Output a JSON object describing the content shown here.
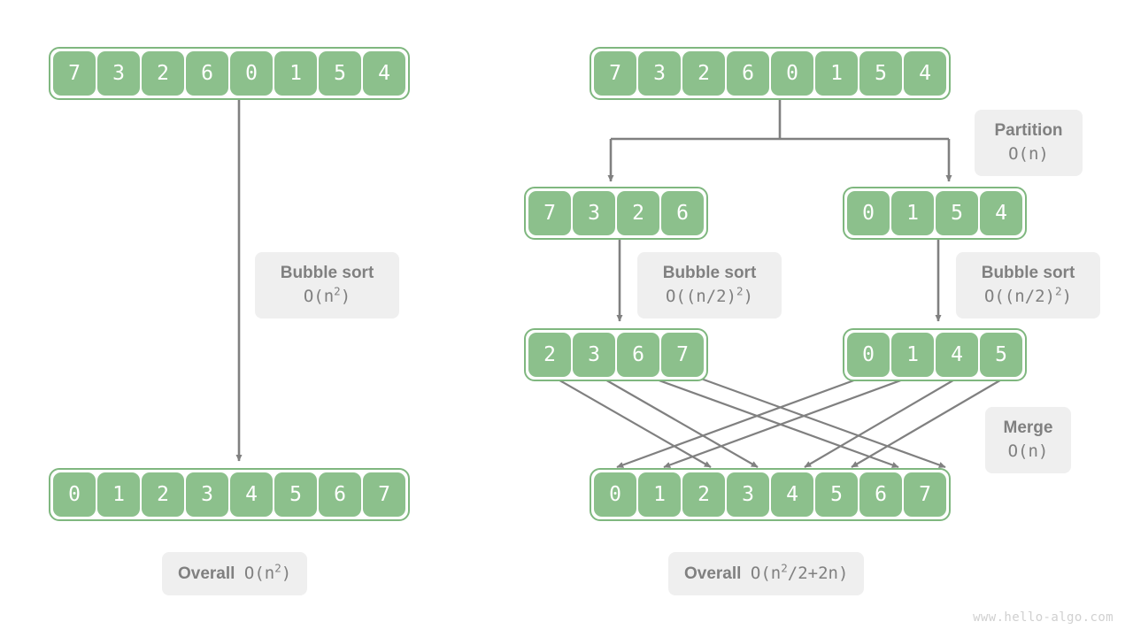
{
  "background": "#ffffff",
  "colors": {
    "cell_fill": "#8cc08c",
    "cell_text": "#ffffff",
    "array_border": "#7fb77f",
    "arrow": "#808080",
    "note_bg": "#efefef",
    "note_text": "#808080",
    "watermark": "#d0d0d0"
  },
  "watermark": "www.hello-algo.com",
  "left_column": {
    "input_array": {
      "values": [
        "7",
        "3",
        "2",
        "6",
        "0",
        "1",
        "5",
        "4"
      ]
    },
    "output_array": {
      "values": [
        "0",
        "1",
        "2",
        "3",
        "4",
        "5",
        "6",
        "7"
      ]
    },
    "step_note": {
      "title": "Bubble sort",
      "formula_html": "O(n<sup>2</sup>)"
    },
    "overall_note": {
      "title": "Overall",
      "formula_html": "O(n<sup>2</sup>)"
    }
  },
  "right_column": {
    "input_array": {
      "values": [
        "7",
        "3",
        "2",
        "6",
        "0",
        "1",
        "5",
        "4"
      ]
    },
    "partition_note": {
      "title": "Partition",
      "formula_html": "O(n)"
    },
    "left_subarray": {
      "values": [
        "7",
        "3",
        "2",
        "6"
      ]
    },
    "right_subarray": {
      "values": [
        "0",
        "1",
        "5",
        "4"
      ]
    },
    "left_sort_note": {
      "title": "Bubble sort",
      "formula_html": "O((n/2)<sup>2</sup>)"
    },
    "right_sort_note": {
      "title": "Bubble sort",
      "formula_html": "O((n/2)<sup>2</sup>)"
    },
    "left_sorted_subarray": {
      "values": [
        "2",
        "3",
        "6",
        "7"
      ]
    },
    "right_sorted_subarray": {
      "values": [
        "0",
        "1",
        "4",
        "5"
      ]
    },
    "merge_note": {
      "title": "Merge",
      "formula_html": "O(n)"
    },
    "merged_array": {
      "values": [
        "0",
        "1",
        "2",
        "3",
        "4",
        "5",
        "6",
        "7"
      ]
    },
    "overall_note": {
      "title": "Overall",
      "formula_html": "O(n<sup>2</sup>/2+2n)"
    }
  }
}
